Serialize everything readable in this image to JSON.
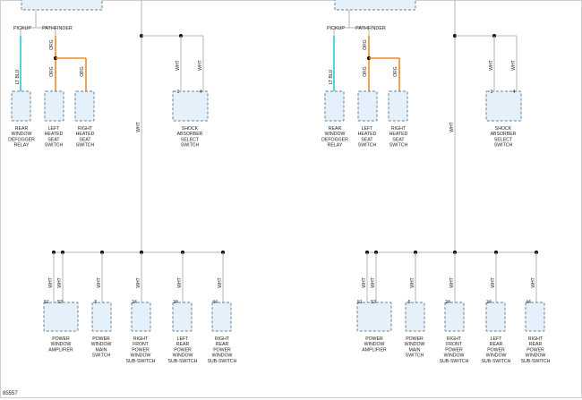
{
  "diagram": {
    "figure_id": "85557",
    "colors": {
      "wht": "#b4b4b4",
      "lt_blu": "#2ec8d8",
      "org": "#f08a1c",
      "component_fill": "#e4f1fa",
      "component_border": "#6b7f90",
      "text": "#222222"
    },
    "variants": [
      "PICKUP",
      "PATHFINDER"
    ],
    "wire_labels": {
      "wht": "WHT",
      "lt_blu": "LT BLU",
      "org": "ORG"
    },
    "components_top": [
      {
        "id": "rear-window-defogger-relay",
        "lines": [
          "REAR",
          "WINDOW",
          "DEFOGGER",
          "RELAY"
        ]
      },
      {
        "id": "left-heated-seat-switch",
        "lines": [
          "LEFT",
          "HEATED",
          "SEAT",
          "SWITCH"
        ]
      },
      {
        "id": "right-heated-seat-switch",
        "lines": [
          "RIGHT",
          "HEATED",
          "SEAT",
          "SWITCH"
        ]
      },
      {
        "id": "shock-absorber-select-switch",
        "lines": [
          "SHOCK",
          "ABSORBER",
          "SELECT",
          "SWITCH"
        ],
        "pins": [
          "1",
          "4"
        ]
      }
    ],
    "components_bottom": [
      {
        "id": "power-window-amplifier",
        "lines": [
          "POWER",
          "WINDOW",
          "AMPLIFIER"
        ],
        "pins": [
          "51",
          "53"
        ]
      },
      {
        "id": "power-window-main-switch",
        "lines": [
          "POWER",
          "WINDOW",
          "MAIN",
          "SWITCH"
        ],
        "pins": [
          "5"
        ]
      },
      {
        "id": "right-front-power-window-sub-switch",
        "lines": [
          "RIGHT",
          "FRONT",
          "POWER",
          "WINDOW",
          "SUB-SWITCH"
        ],
        "pins": [
          "24"
        ]
      },
      {
        "id": "left-rear-power-window-sub-switch",
        "lines": [
          "LEFT",
          "REAR",
          "POWER",
          "WINDOW",
          "SUB-SWITCH"
        ],
        "pins": [
          "34"
        ]
      },
      {
        "id": "right-rear-power-window-sub-switch",
        "lines": [
          "RIGHT",
          "REAR",
          "POWER",
          "WINDOW",
          "SUB-SWITCH"
        ],
        "pins": [
          "44"
        ]
      }
    ]
  }
}
